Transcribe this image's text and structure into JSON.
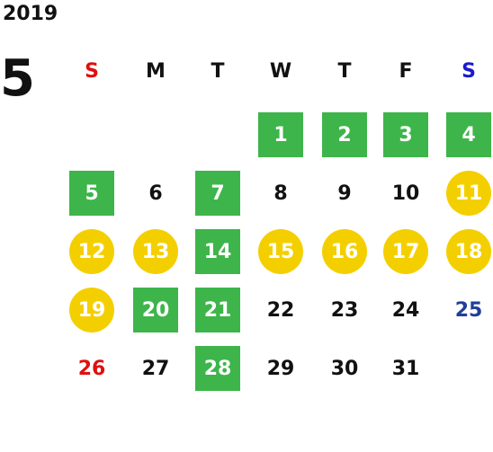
{
  "year": "2019",
  "month": "5",
  "weekdays": [
    "S",
    "M",
    "T",
    "W",
    "T",
    "F",
    "S"
  ],
  "weekday_colors": [
    "#e01010",
    "#111111",
    "#111111",
    "#111111",
    "#111111",
    "#111111",
    "#1a1ad0"
  ],
  "colors": {
    "green": "#3db54a",
    "yellow": "#f4cf00",
    "sunday": "#e01010",
    "saturday": "#1f3f9a",
    "text": "#111111"
  },
  "first_weekday_index": 3,
  "days": [
    {
      "d": "1",
      "style": "green"
    },
    {
      "d": "2",
      "style": "green"
    },
    {
      "d": "3",
      "style": "green"
    },
    {
      "d": "4",
      "style": "green"
    },
    {
      "d": "5",
      "style": "green"
    },
    {
      "d": "6",
      "style": "plain"
    },
    {
      "d": "7",
      "style": "green"
    },
    {
      "d": "8",
      "style": "plain"
    },
    {
      "d": "9",
      "style": "plain"
    },
    {
      "d": "10",
      "style": "plain"
    },
    {
      "d": "11",
      "style": "yellow"
    },
    {
      "d": "12",
      "style": "yellow"
    },
    {
      "d": "13",
      "style": "yellow"
    },
    {
      "d": "14",
      "style": "green"
    },
    {
      "d": "15",
      "style": "yellow"
    },
    {
      "d": "16",
      "style": "yellow"
    },
    {
      "d": "17",
      "style": "yellow"
    },
    {
      "d": "18",
      "style": "yellow"
    },
    {
      "d": "19",
      "style": "yellow"
    },
    {
      "d": "20",
      "style": "green"
    },
    {
      "d": "21",
      "style": "green"
    },
    {
      "d": "22",
      "style": "plain"
    },
    {
      "d": "23",
      "style": "plain"
    },
    {
      "d": "24",
      "style": "plain"
    },
    {
      "d": "25",
      "style": "saturday"
    },
    {
      "d": "26",
      "style": "sunday"
    },
    {
      "d": "27",
      "style": "plain"
    },
    {
      "d": "28",
      "style": "green"
    },
    {
      "d": "29",
      "style": "plain"
    },
    {
      "d": "30",
      "style": "plain"
    },
    {
      "d": "31",
      "style": "plain"
    }
  ]
}
